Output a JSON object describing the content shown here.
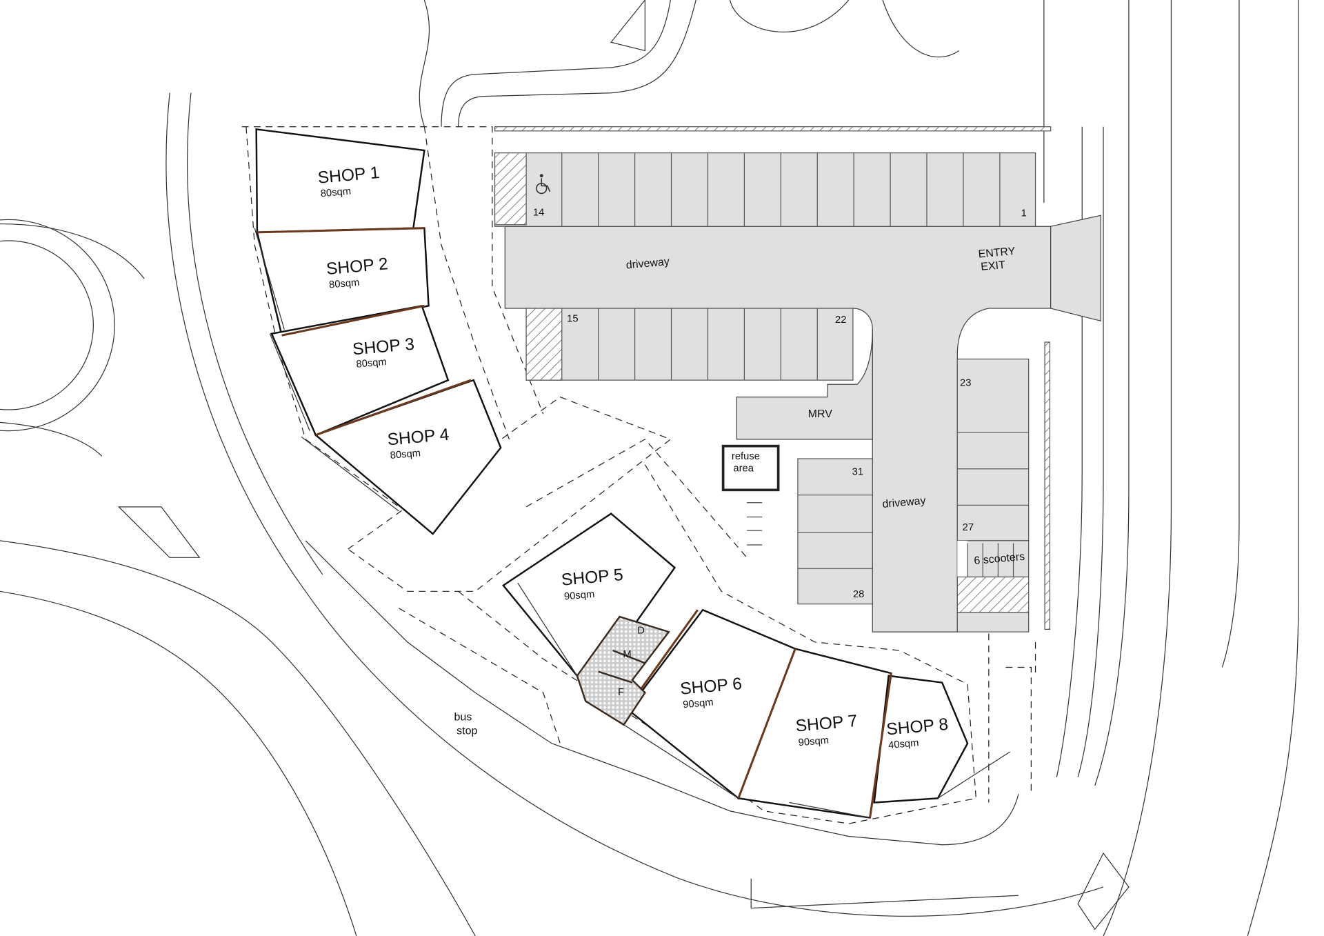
{
  "shops": [
    {
      "name": "SHOP 1",
      "area": "80sqm"
    },
    {
      "name": "SHOP 2",
      "area": "80sqm"
    },
    {
      "name": "SHOP 3",
      "area": "80sqm"
    },
    {
      "name": "SHOP 4",
      "area": "80sqm"
    },
    {
      "name": "SHOP 5",
      "area": "90sqm"
    },
    {
      "name": "SHOP 6",
      "area": "90sqm"
    },
    {
      "name": "SHOP 7",
      "area": "90sqm"
    },
    {
      "name": "SHOP 8",
      "area": "40sqm"
    }
  ],
  "labels": {
    "driveway_top": "driveway",
    "driveway_vertical": "driveway",
    "entry": "ENTRY",
    "exit": "EXIT",
    "mrv": "MRV",
    "refuse_1": "refuse",
    "refuse_2": "area",
    "scooters": "6 scooters",
    "bus_1": "bus",
    "bus_2": "stop"
  },
  "bays": {
    "b1": "1",
    "b14": "14",
    "b15": "15",
    "b22": "22",
    "b23": "23",
    "b27": "27",
    "b28": "28",
    "b31": "31"
  },
  "toilets": {
    "d": "D",
    "m": "M",
    "f": "F"
  },
  "icons": {
    "accessible": "wheelchair-icon"
  }
}
